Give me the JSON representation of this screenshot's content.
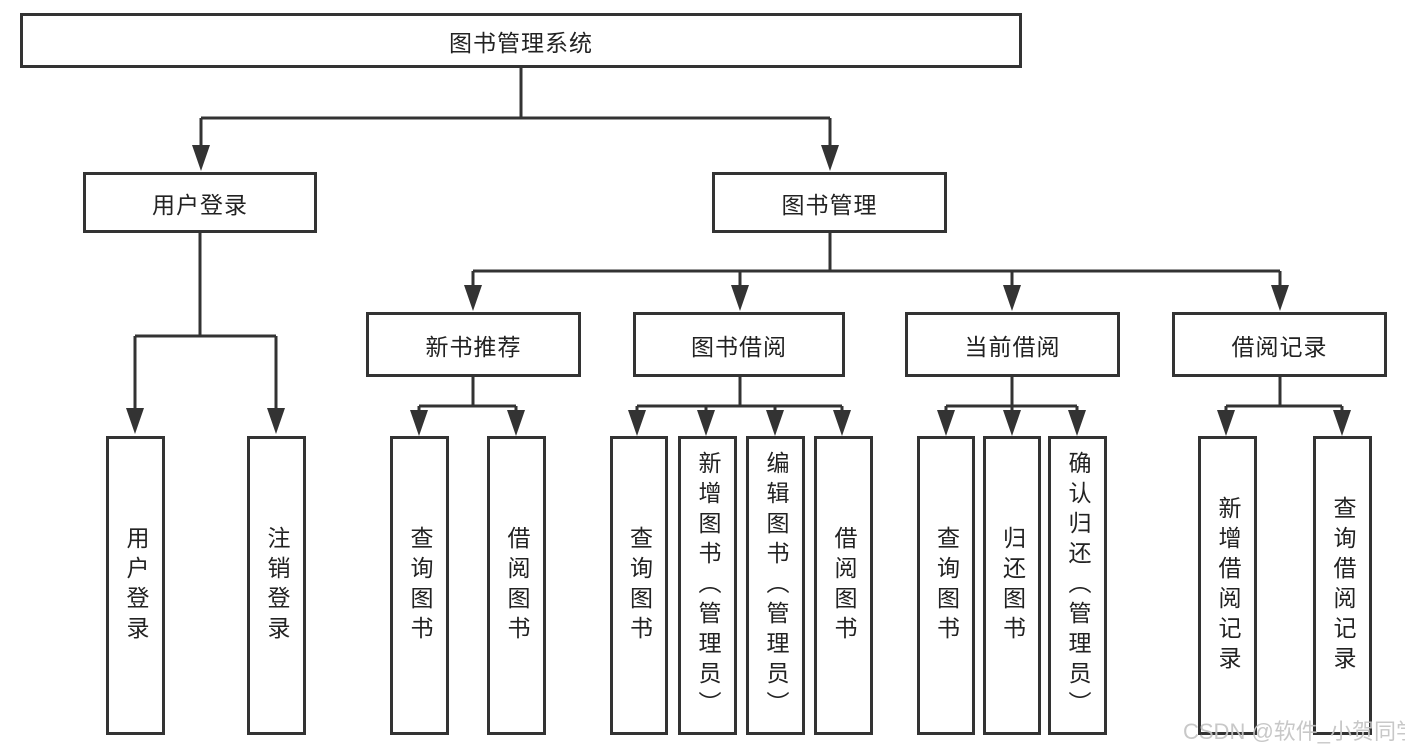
{
  "diagram": {
    "title": "图书管理系统",
    "branches": [
      {
        "label": "用户登录",
        "children": [
          "用户登录",
          "注销登录"
        ]
      },
      {
        "label": "图书管理",
        "sections": [
          {
            "label": "新书推荐",
            "children": [
              "查询图书",
              "借阅图书"
            ]
          },
          {
            "label": "图书借阅",
            "children": [
              "查询图书",
              "新增图书（管理员）",
              "编辑图书（管理员）",
              "借阅图书"
            ]
          },
          {
            "label": "当前借阅",
            "children": [
              "查询图书",
              "归还图书",
              "确认归还（管理员）"
            ]
          },
          {
            "label": "借阅记录",
            "children": [
              "新增借阅记录",
              "查询借阅记录"
            ]
          }
        ]
      }
    ]
  },
  "watermark": {
    "text": "CSDN @软件_小贺同学"
  },
  "colors": {
    "line": "#333333",
    "box_border": "#333333",
    "box_fill": "#ffffff",
    "text": "#222222",
    "watermark": "#c5c5c5"
  }
}
